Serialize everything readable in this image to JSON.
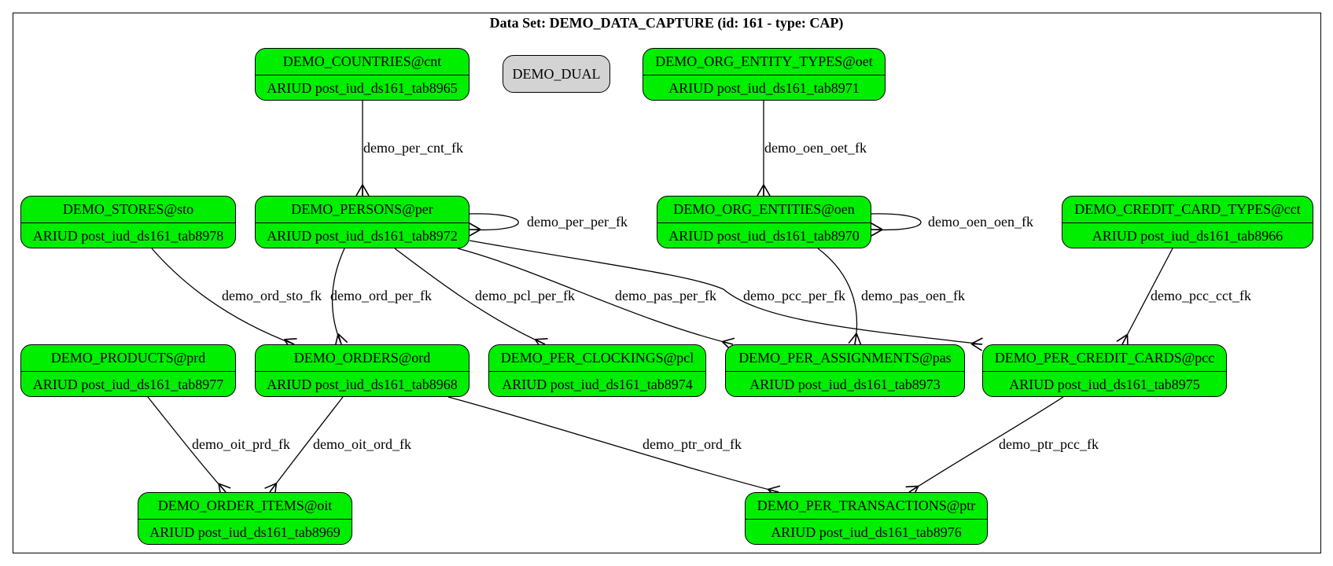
{
  "title": "Data Set: DEMO_DATA_CAPTURE (id: 161 - type: CAP)",
  "nodes": {
    "cnt": {
      "name": "DEMO_COUNTRIES@cnt",
      "trigger": "ARIUD post_iud_ds161_tab8965"
    },
    "dual": {
      "name": "DEMO_DUAL"
    },
    "oet": {
      "name": "DEMO_ORG_ENTITY_TYPES@oet",
      "trigger": "ARIUD post_iud_ds161_tab8971"
    },
    "sto": {
      "name": "DEMO_STORES@sto",
      "trigger": "ARIUD post_iud_ds161_tab8978"
    },
    "per": {
      "name": "DEMO_PERSONS@per",
      "trigger": "ARIUD post_iud_ds161_tab8972"
    },
    "oen": {
      "name": "DEMO_ORG_ENTITIES@oen",
      "trigger": "ARIUD post_iud_ds161_tab8970"
    },
    "cct": {
      "name": "DEMO_CREDIT_CARD_TYPES@cct",
      "trigger": "ARIUD post_iud_ds161_tab8966"
    },
    "prd": {
      "name": "DEMO_PRODUCTS@prd",
      "trigger": "ARIUD post_iud_ds161_tab8977"
    },
    "ord": {
      "name": "DEMO_ORDERS@ord",
      "trigger": "ARIUD post_iud_ds161_tab8968"
    },
    "pcl": {
      "name": "DEMO_PER_CLOCKINGS@pcl",
      "trigger": "ARIUD post_iud_ds161_tab8974"
    },
    "pas": {
      "name": "DEMO_PER_ASSIGNMENTS@pas",
      "trigger": "ARIUD post_iud_ds161_tab8973"
    },
    "pcc": {
      "name": "DEMO_PER_CREDIT_CARDS@pcc",
      "trigger": "ARIUD post_iud_ds161_tab8975"
    },
    "oit": {
      "name": "DEMO_ORDER_ITEMS@oit",
      "trigger": "ARIUD post_iud_ds161_tab8969"
    },
    "ptr": {
      "name": "DEMO_PER_TRANSACTIONS@ptr",
      "trigger": "ARIUD post_iud_ds161_tab8976"
    }
  },
  "edges": [
    {
      "id": "cnt-per",
      "label": "demo_per_cnt_fk",
      "from": "cnt",
      "to": "per"
    },
    {
      "id": "oet-oen",
      "label": "demo_oen_oet_fk",
      "from": "oet",
      "to": "oen"
    },
    {
      "id": "per-per",
      "label": "demo_per_per_fk",
      "from": "per",
      "to": "per"
    },
    {
      "id": "oen-oen",
      "label": "demo_oen_oen_fk",
      "from": "oen",
      "to": "oen"
    },
    {
      "id": "sto-ord",
      "label": "demo_ord_sto_fk",
      "from": "sto",
      "to": "ord"
    },
    {
      "id": "per-ord",
      "label": "demo_ord_per_fk",
      "from": "per",
      "to": "ord"
    },
    {
      "id": "per-pcl",
      "label": "demo_pcl_per_fk",
      "from": "per",
      "to": "pcl"
    },
    {
      "id": "per-pas",
      "label": "demo_pas_per_fk",
      "from": "per",
      "to": "pas"
    },
    {
      "id": "per-pcc",
      "label": "demo_pcc_per_fk",
      "from": "per",
      "to": "pcc"
    },
    {
      "id": "oen-pas",
      "label": "demo_pas_oen_fk",
      "from": "oen",
      "to": "pas"
    },
    {
      "id": "cct-pcc",
      "label": "demo_pcc_cct_fk",
      "from": "cct",
      "to": "pcc"
    },
    {
      "id": "prd-oit",
      "label": "demo_oit_prd_fk",
      "from": "prd",
      "to": "oit"
    },
    {
      "id": "ord-oit",
      "label": "demo_oit_ord_fk",
      "from": "ord",
      "to": "oit"
    },
    {
      "id": "ord-ptr",
      "label": "demo_ptr_ord_fk",
      "from": "ord",
      "to": "ptr"
    },
    {
      "id": "pcc-ptr",
      "label": "demo_ptr_pcc_fk",
      "from": "pcc",
      "to": "ptr"
    }
  ],
  "colors": {
    "table_fill": "#00ee00",
    "dual_fill": "#d3d3d3",
    "stroke": "#000000"
  }
}
